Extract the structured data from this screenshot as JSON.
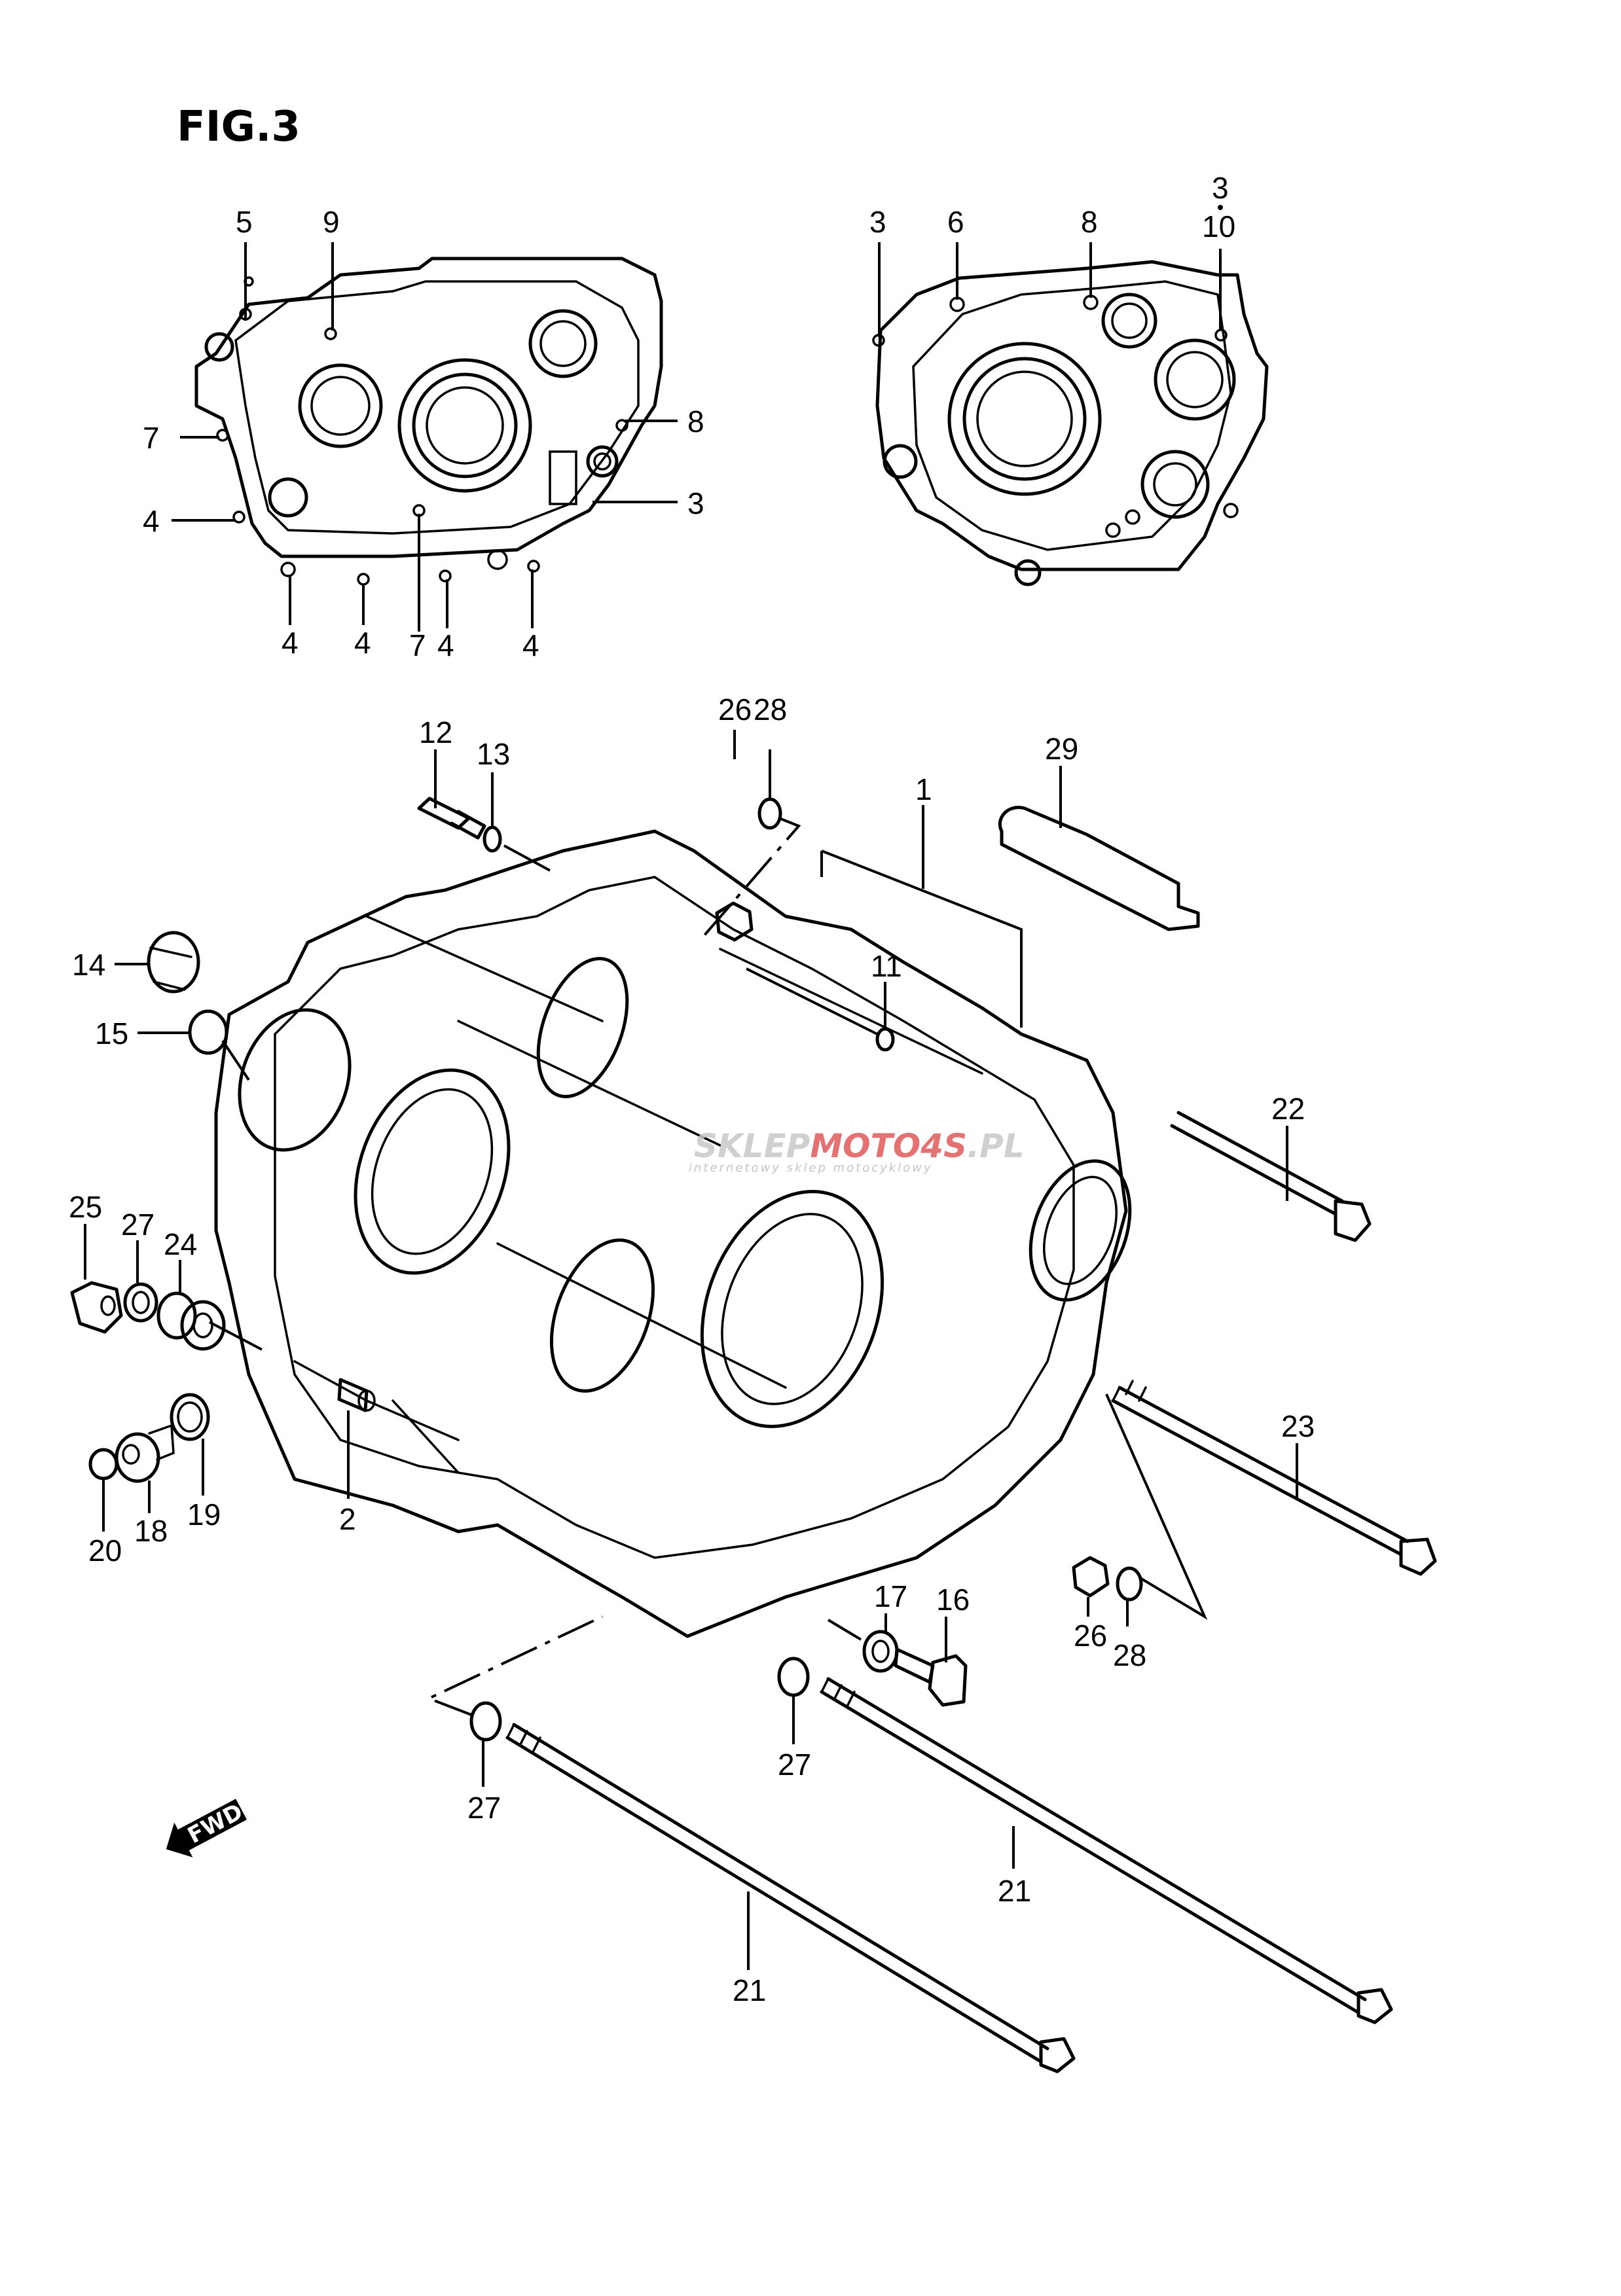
{
  "figure": {
    "title": "FIG.3",
    "subject": "Crankcase exploded view"
  },
  "watermark": {
    "brand_gray": "SKLEP",
    "brand_red": "MOTO4S",
    "brand_suffix": ".PL",
    "tagline": "internetowy sklep motocyklowy",
    "colors": {
      "gray": "#c8c8c8",
      "red": "#e05a5a"
    }
  },
  "direction_marker": {
    "label": "FWD",
    "icon": "forward-arrow-icon"
  },
  "left_case_callouts": [
    "5",
    "9",
    "7",
    "4",
    "8",
    "3",
    "4",
    "4",
    "7",
    "4",
    "4"
  ],
  "right_case_callouts": [
    "3",
    "6",
    "8",
    "3",
    "10"
  ],
  "main_callouts": [
    "12",
    "13",
    "26",
    "28",
    "29",
    "1",
    "14",
    "15",
    "11",
    "22",
    "25",
    "27",
    "24",
    "2",
    "20",
    "18",
    "19",
    "23",
    "17",
    "16",
    "26",
    "28",
    "27",
    "27",
    "21",
    "21"
  ]
}
